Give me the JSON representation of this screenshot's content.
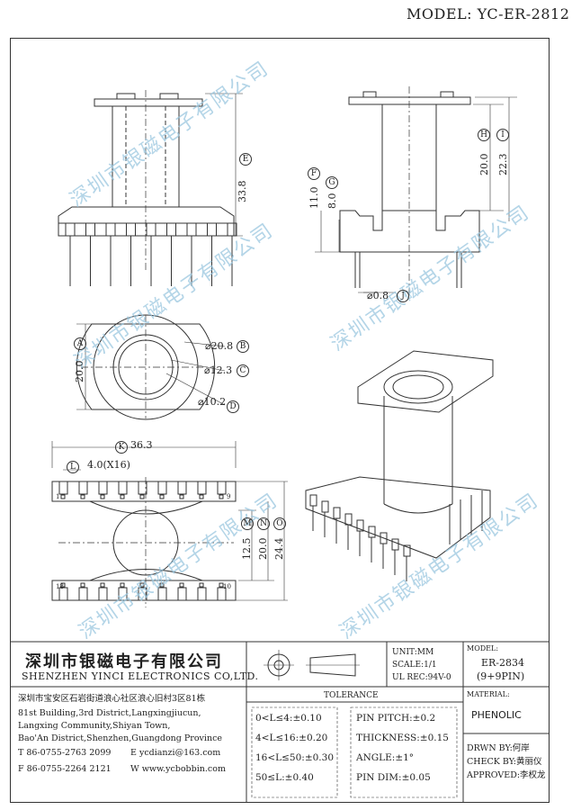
{
  "model": "MODEL: YC-ER-2812",
  "watermark": "深圳市银磁电子有限公司",
  "dims": {
    "h_total": "33.8",
    "h_E": "E",
    "side_H": "H",
    "side_I": "I",
    "side_F": "F",
    "side_G": "G",
    "side_20": "20.0",
    "side_22": "22.3",
    "side_11": "11.0",
    "side_8": "8.0",
    "pin_dia": "⌀0.8",
    "pin_J": "J",
    "top_20": "20.0",
    "top_A": "A",
    "d208": "⌀20.8",
    "d123": "⌀12.3",
    "d102": "⌀10.2",
    "lbl_B": "B",
    "lbl_C": "C",
    "lbl_D": "D",
    "k_len": "36.3",
    "lbl_K": "K",
    "pitch": "4.0(X16)",
    "lbl_L": "L",
    "m_125": "12.5",
    "n_200": "20.0",
    "o_244": "24.4",
    "lbl_M": "M",
    "lbl_N": "N",
    "lbl_O": "O",
    "pin1": "1",
    "pin9": "9",
    "pin18": "18",
    "pin10": "10"
  },
  "company": {
    "cn": "深圳市银磁电子有限公司",
    "en": "SHENZHEN YINCI ELECTRONICS CO,LTD.",
    "addr_cn": "深圳市宝安区石岩街道浪心社区浪心旧村3区81栋",
    "addr_en1": "81st Building,3rd District,Langxingjiucun,",
    "addr_en2": "Langxing Community,Shiyan Town,",
    "addr_en3": "Bao'An District,Shenzhen,Guangdong Province",
    "tel": "T 86-0755-2763 2099",
    "email": "E ycdianzi@163.com",
    "fax": "F 86-0755-2264 2121",
    "web": "W www.ycbobbin.com"
  },
  "spec": {
    "unit": "UNIT:MM",
    "scale": "SCALE:1/1",
    "ulrec": "UL REC:94V-0",
    "model_label": "MODEL:",
    "model_value": "ER-2834",
    "model_pins": "(9+9PIN)",
    "tolerance": "TOLERANCE",
    "material_label": "MATERIAL:",
    "material": "PHENOLIC",
    "tol1": "0<L≤4:±0.10",
    "tol2": "4<L≤16:±0.20",
    "tol3": "16<L≤50:±0.30",
    "tol4": "50≤L:±0.40",
    "pin_pitch": "PIN PITCH:±0.2",
    "thickness": "THICKNESS:±0.15",
    "angle": "ANGLE:±1°",
    "pin_dim": "PIN DIM:±0.05",
    "drwn": "DRWN BY:何岸",
    "check": "CHECK BY:黄丽仪",
    "approved": "APPROVED:李权龙"
  }
}
